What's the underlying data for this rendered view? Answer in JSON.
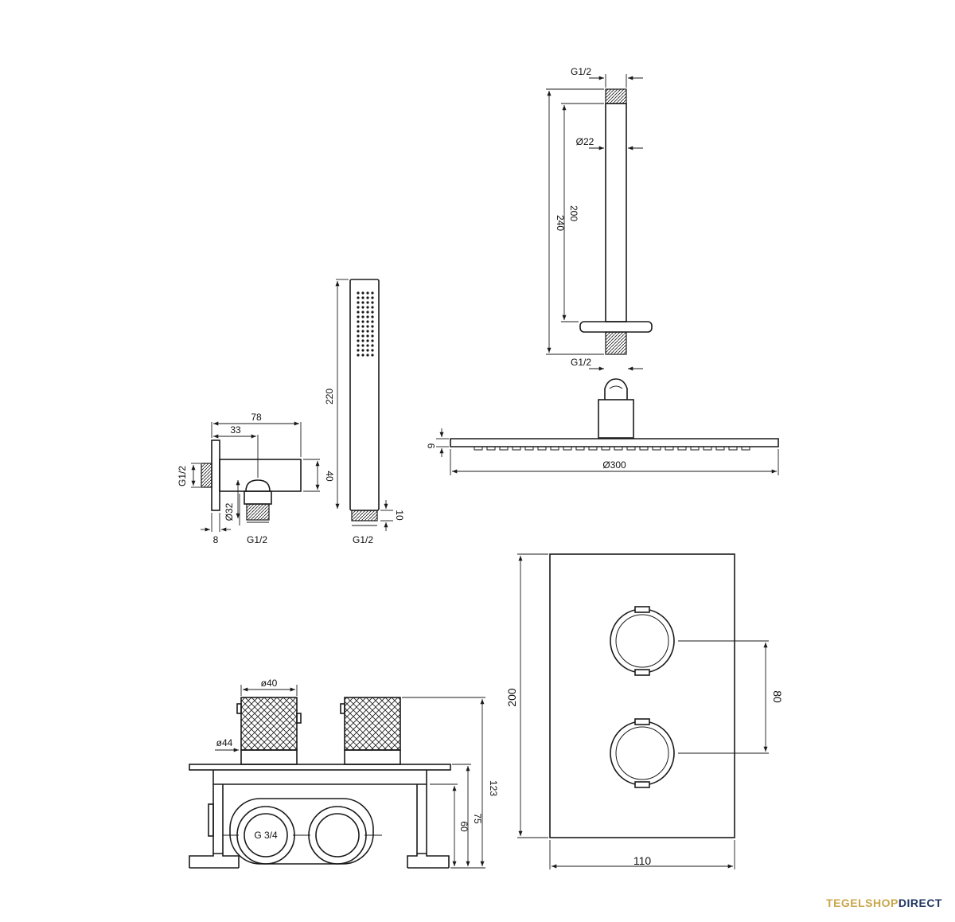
{
  "dimensions": {
    "wall_outlet": {
      "width_total": "78",
      "offset": "33",
      "thread_left": "G1/2",
      "height": "40",
      "diameter": "Ø32",
      "flange": "8",
      "thread_bottom": "G1/2"
    },
    "hand_shower": {
      "length": "220",
      "thread_length": "10",
      "thread": "G1/2"
    },
    "ceiling_arm": {
      "thread_top": "G1/2",
      "diameter": "Ø22",
      "length_inner": "200",
      "length_total": "240",
      "thread_bottom": "G1/2"
    },
    "head_shower": {
      "thickness": "9",
      "diameter": "Ø300"
    },
    "box_side": {
      "knob_diameter": "ø40",
      "rosette_diameter": "ø44",
      "inlet": "G 3/4",
      "depth_total": "123",
      "depth_mid": "75",
      "depth_box": "60"
    },
    "cover_plate": {
      "height": "200",
      "spacing": "80",
      "width": "110"
    }
  },
  "brand": {
    "part1": "TEGELSHOP",
    "part2": "DIRECT",
    "color1": "#c9a64a",
    "color2": "#1f3562"
  }
}
